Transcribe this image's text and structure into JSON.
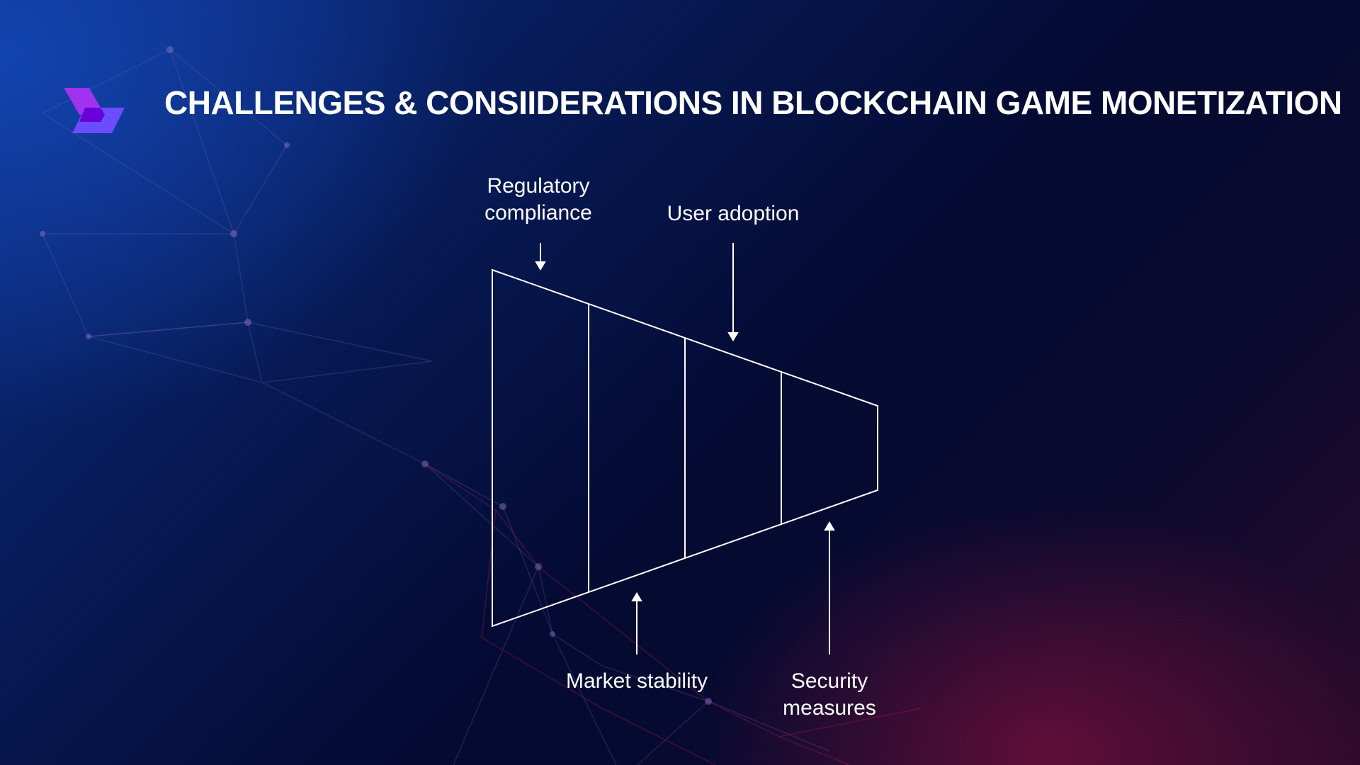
{
  "title": "CHALLENGES & CONSIIDERATIONS IN BLOCKCHAIN GAME MONETIZATION",
  "logo_icon": "brand-chevron-logo",
  "colors": {
    "logo_light": "#a132f0",
    "logo_mid": "#6b4dff",
    "logo_dark": "#6a00d8",
    "line": "#ffffff"
  },
  "diagram": {
    "stages": 4,
    "labels": {
      "regulatory": [
        "Regulatory",
        "compliance"
      ],
      "user_adoption": "User adoption",
      "market_stability": "Market stability",
      "security": [
        "Security",
        "measures"
      ]
    }
  }
}
